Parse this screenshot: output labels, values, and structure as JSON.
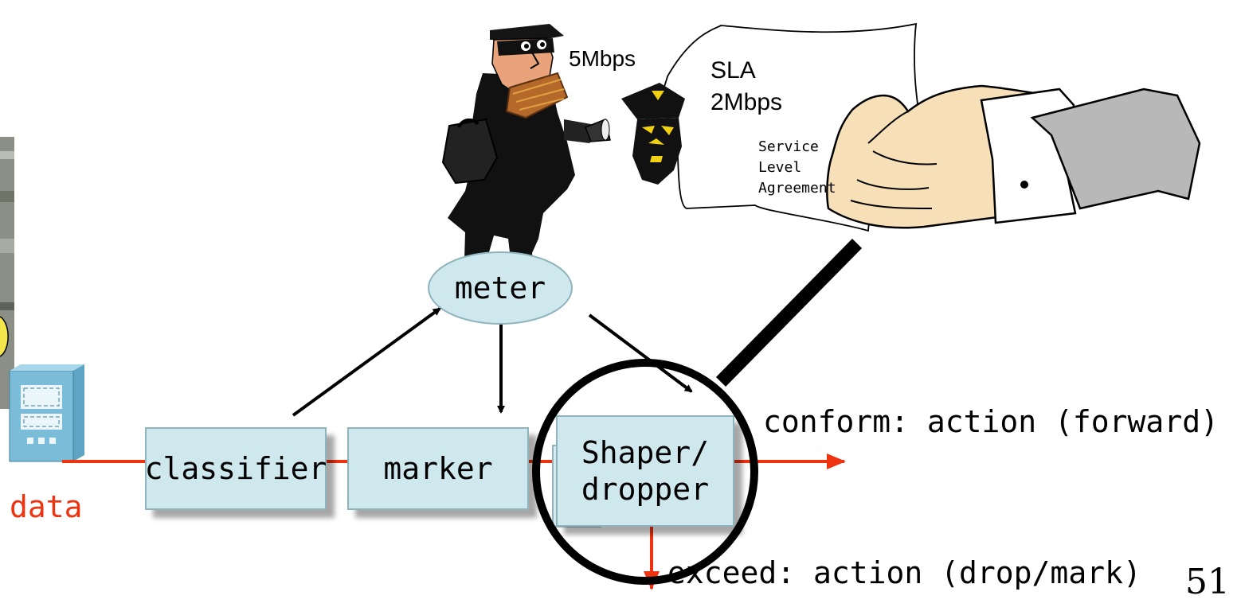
{
  "top_illustration": {
    "thief_rate": "5Mbps",
    "sla_title": "SLA",
    "sla_rate": "2Mbps",
    "sla_note_line1": "Service",
    "sla_note_line2": "Level",
    "sla_note_line3": "Agreement"
  },
  "diagram": {
    "meter": "meter",
    "classifier": "classifier",
    "marker": "marker",
    "shaper_line1": "Shaper/",
    "shaper_line2": "dropper",
    "input_label": "data",
    "conform_label": "conform: action (forward)",
    "exceed_label": "exceed: action (drop/mark)"
  },
  "slide_number": "51",
  "colors": {
    "box_fill": "#cfe8ee",
    "data_line": "#ee3311",
    "arrow": "#000000"
  }
}
